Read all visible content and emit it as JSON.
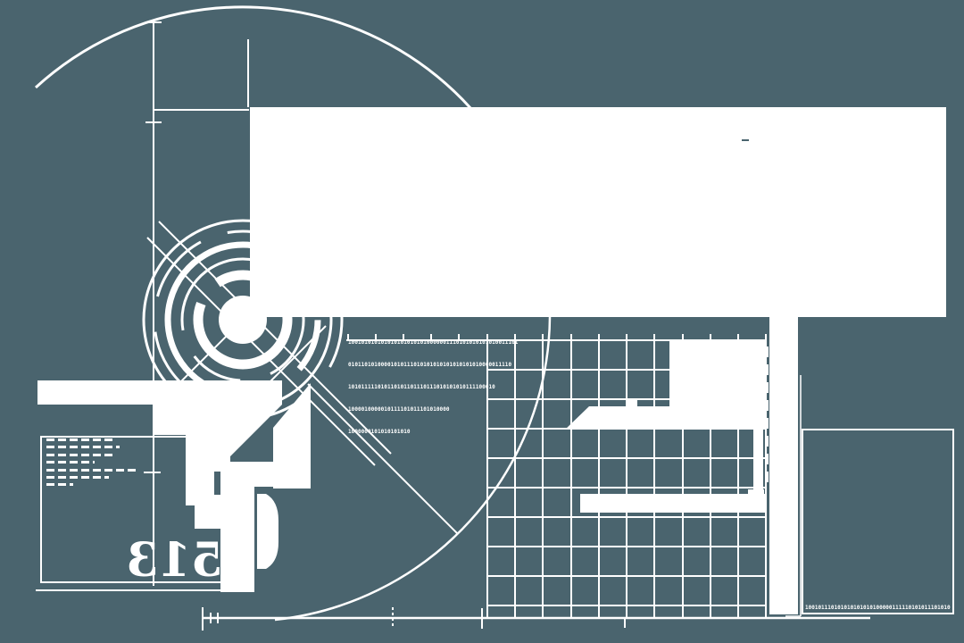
{
  "scene": {
    "background_color": "#4a646e",
    "ink_color": "#ffffff",
    "mirrored_number": "513",
    "binary_rows": [
      "1001010101010101010101010000001110101010101010011101",
      "01011010100001010111010101010101010101010000011110",
      "101011111010110101101110111010101010111100010",
      "1000010000010111101011101010000",
      "1000000101010101010"
    ],
    "footer_binary": "100101110101010101010100000111110101011101010",
    "infobox_line_widths": [
      74,
      82,
      76,
      54,
      100,
      70,
      30
    ]
  }
}
